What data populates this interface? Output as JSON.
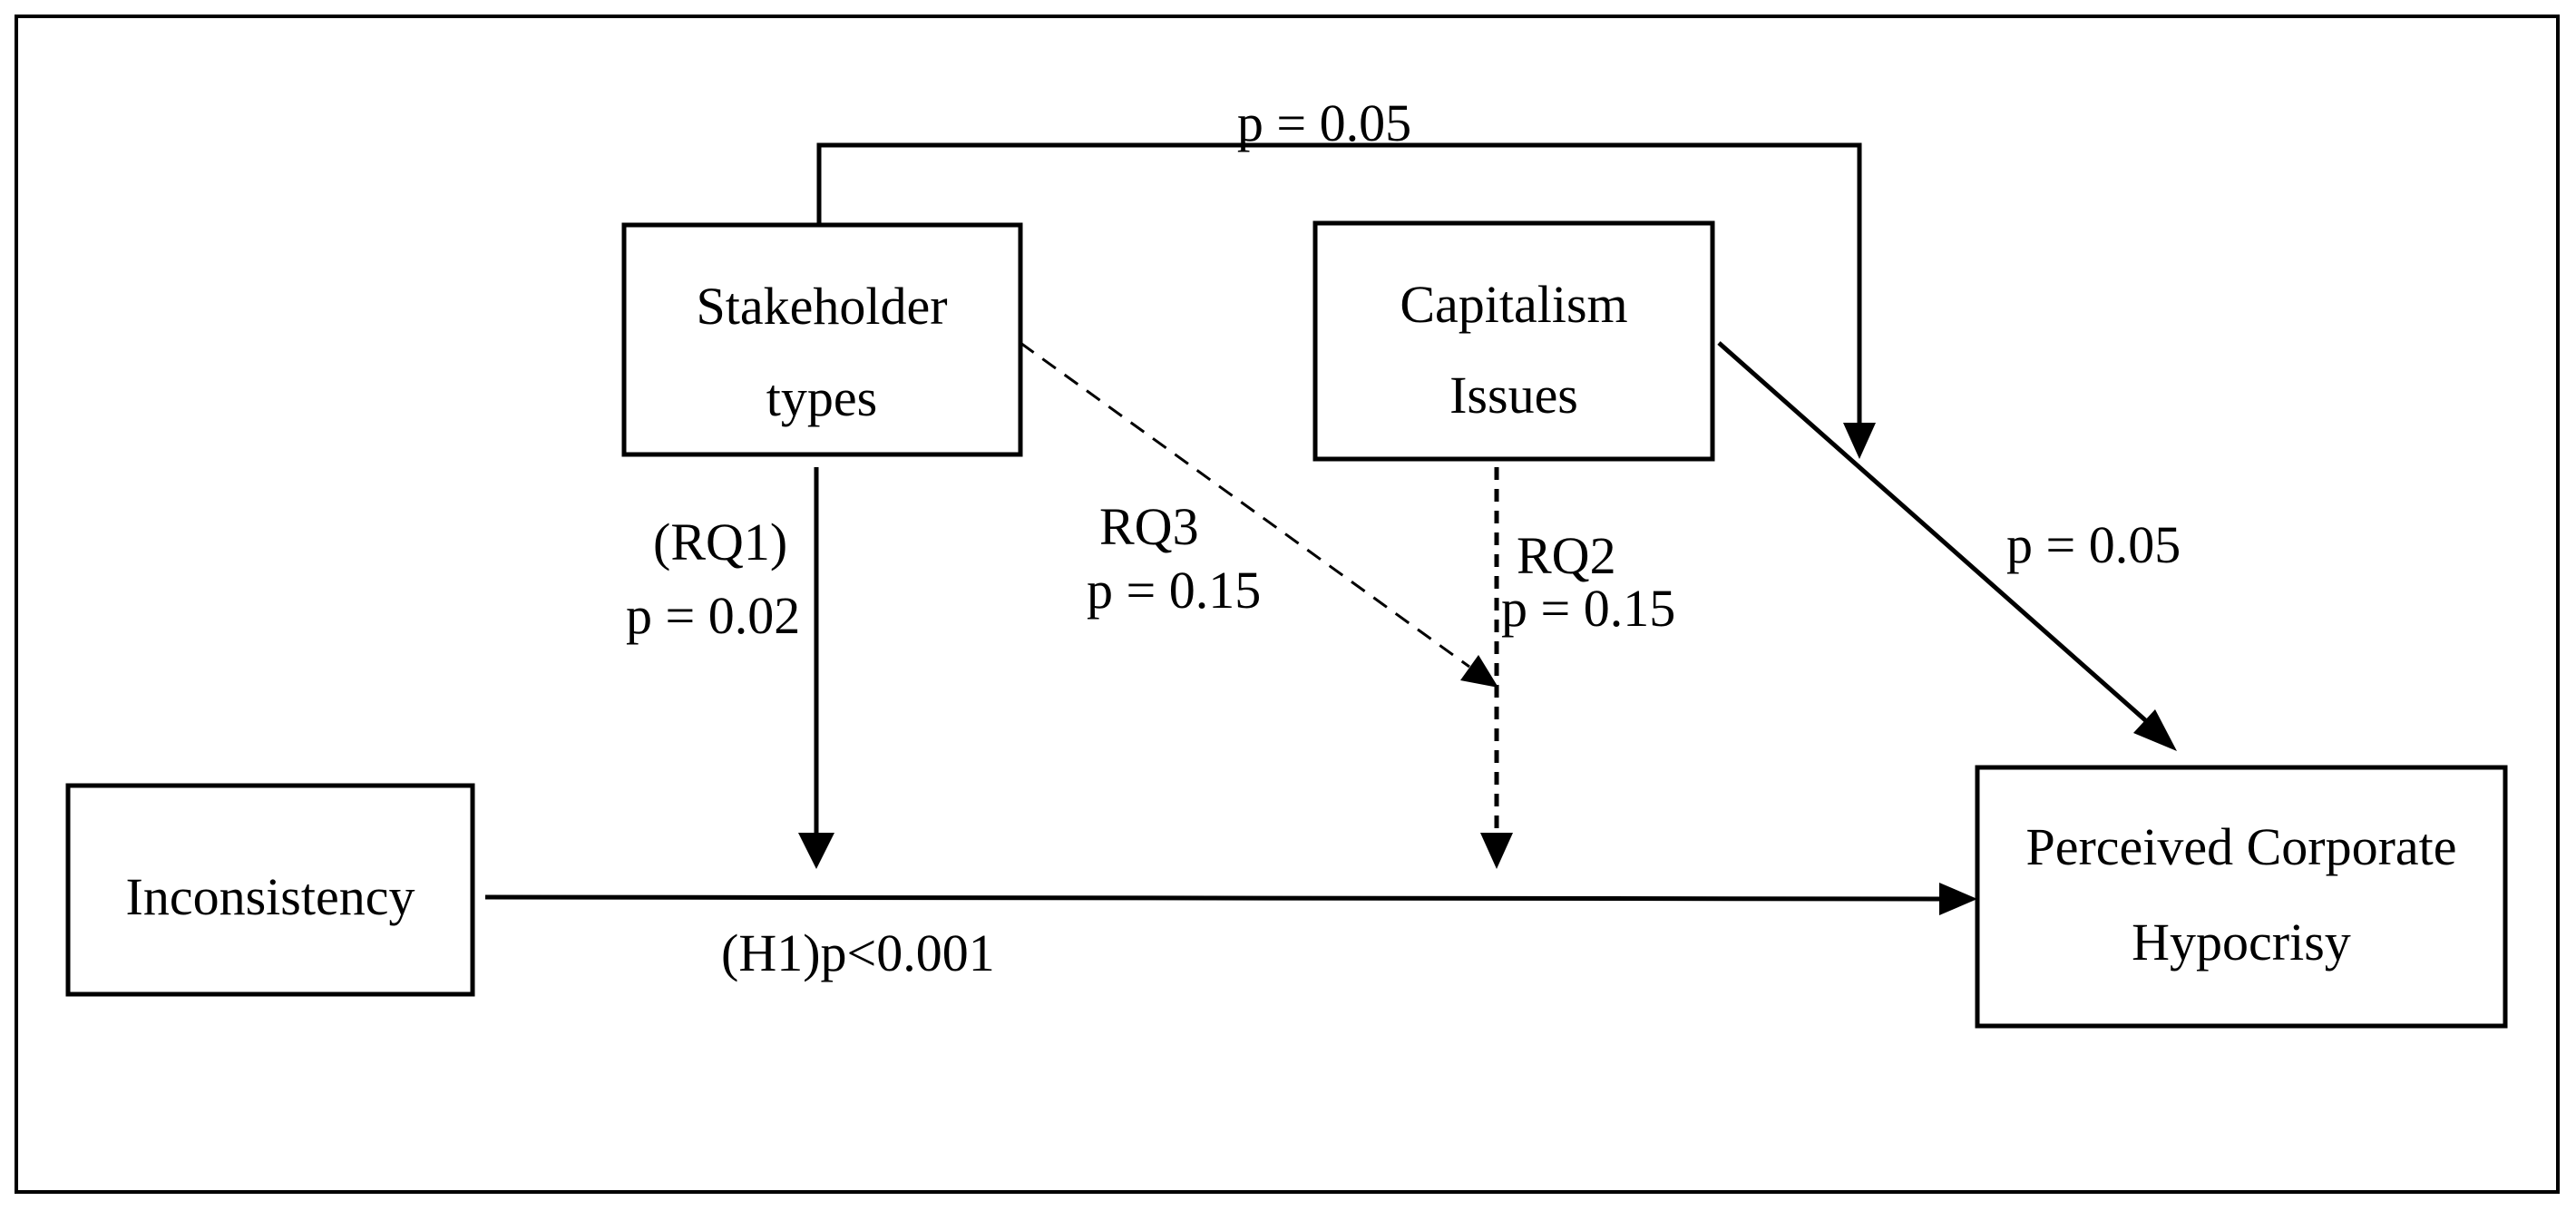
{
  "nodes": {
    "stakeholder": {
      "line1": "Stakeholder",
      "line2": "types"
    },
    "capitalism": {
      "line1": "Capitalism",
      "line2": "Issues"
    },
    "inconsistency": {
      "label": "Inconsistency"
    },
    "hypocrisy": {
      "line1": "Perceived Corporate",
      "line2": "Hypocrisy"
    }
  },
  "edges": {
    "top_path": {
      "label": "p = 0.05"
    },
    "capitalism_to_hypocrisy": {
      "label": "p = 0.05"
    },
    "rq1": {
      "label": "(RQ1)",
      "p": "p = 0.02"
    },
    "rq3": {
      "label": "RQ3",
      "p": "p = 0.15"
    },
    "rq2": {
      "label": "RQ2",
      "p": "p = 0.15"
    },
    "h1": {
      "label": "(H1)p<0.001"
    }
  }
}
